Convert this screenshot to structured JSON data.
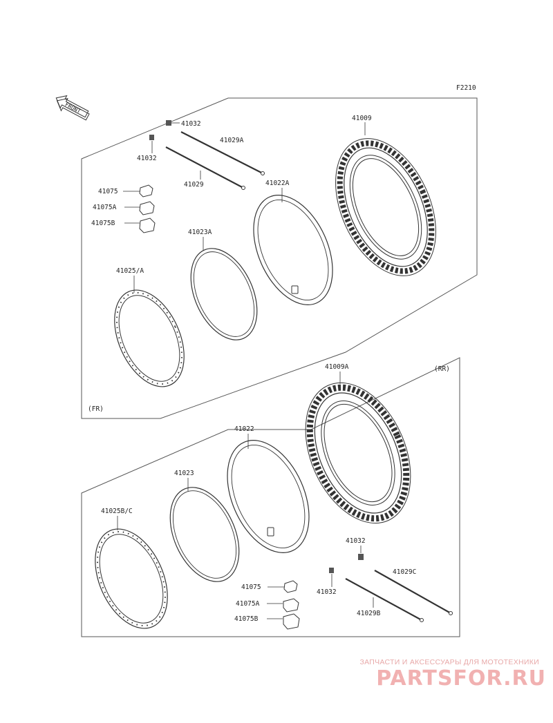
{
  "diagram_code": "F2210",
  "front_arrow_text": "FRONT",
  "sections": {
    "front": {
      "tag": "(FR)"
    },
    "rear": {
      "tag": "(RR)"
    }
  },
  "labels": {
    "fr_41032_a": "41032",
    "fr_41032_b": "41032",
    "fr_41029a": "41029A",
    "fr_41029": "41029",
    "fr_41009": "41009",
    "fr_41022a": "41022A",
    "fr_41075": "41075",
    "fr_41075a": "41075A",
    "fr_41075b": "41075B",
    "fr_41023a": "41023A",
    "fr_41025": "41025/A",
    "rr_41009a": "41009A",
    "rr_41022": "41022",
    "rr_41023": "41023",
    "rr_41025": "41025B/C",
    "rr_41032_a": "41032",
    "rr_41032_b": "41032",
    "rr_41029c": "41029C",
    "rr_41029b": "41029B",
    "rr_41075": "41075",
    "rr_41075a": "41075A",
    "rr_41075b": "41075B"
  },
  "watermark": {
    "tagline": "ЗАПЧАСТИ И АКСЕССУАРЫ ДЛЯ МОТОТЕХНИКИ",
    "logo": "PARTSFOR.RU"
  },
  "colors": {
    "ink": "#333333",
    "watermark": "#f0a9a9"
  }
}
